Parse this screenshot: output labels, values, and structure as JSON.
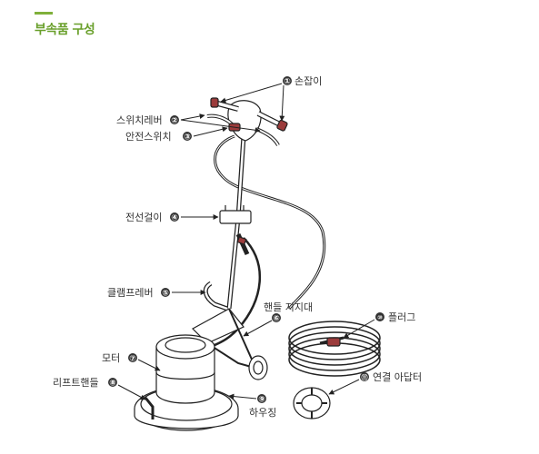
{
  "header": {
    "title": "부속품 구성",
    "accent_color": "#7fb03a"
  },
  "parts": [
    {
      "num": "①",
      "name": "손잡이"
    },
    {
      "num": "②",
      "name": "스위치레버"
    },
    {
      "num": "③",
      "name": "안전스위치"
    },
    {
      "num": "④",
      "name": "전선걸이"
    },
    {
      "num": "⑤",
      "name": "클램프레버"
    },
    {
      "num": "⑥",
      "name": "핸들 지지대"
    },
    {
      "num": "⑦",
      "name": "모터"
    },
    {
      "num": "⑧",
      "name": "리프트핸들"
    },
    {
      "num": "⑨",
      "name": "하우징"
    },
    {
      "num": "⑩",
      "name": "플러그"
    },
    {
      "num": "⑪",
      "name": "연결 아답터"
    }
  ]
}
